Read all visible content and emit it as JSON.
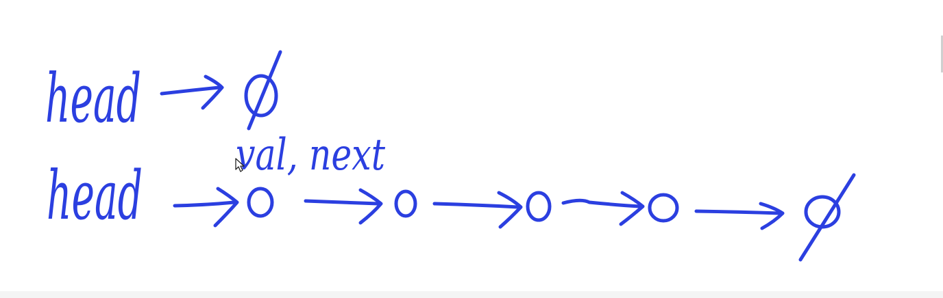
{
  "colors": {
    "ink": "#2b3fe0",
    "background": "#ffffff"
  },
  "diagram": {
    "empty_list": {
      "head_label": "head",
      "null_symbol": "ϕ"
    },
    "node_field_label": "val, next",
    "linked_list": {
      "head_label": "head",
      "nodes": [
        "0",
        "0",
        "0",
        "0"
      ],
      "null_symbol": "ϕ"
    }
  }
}
